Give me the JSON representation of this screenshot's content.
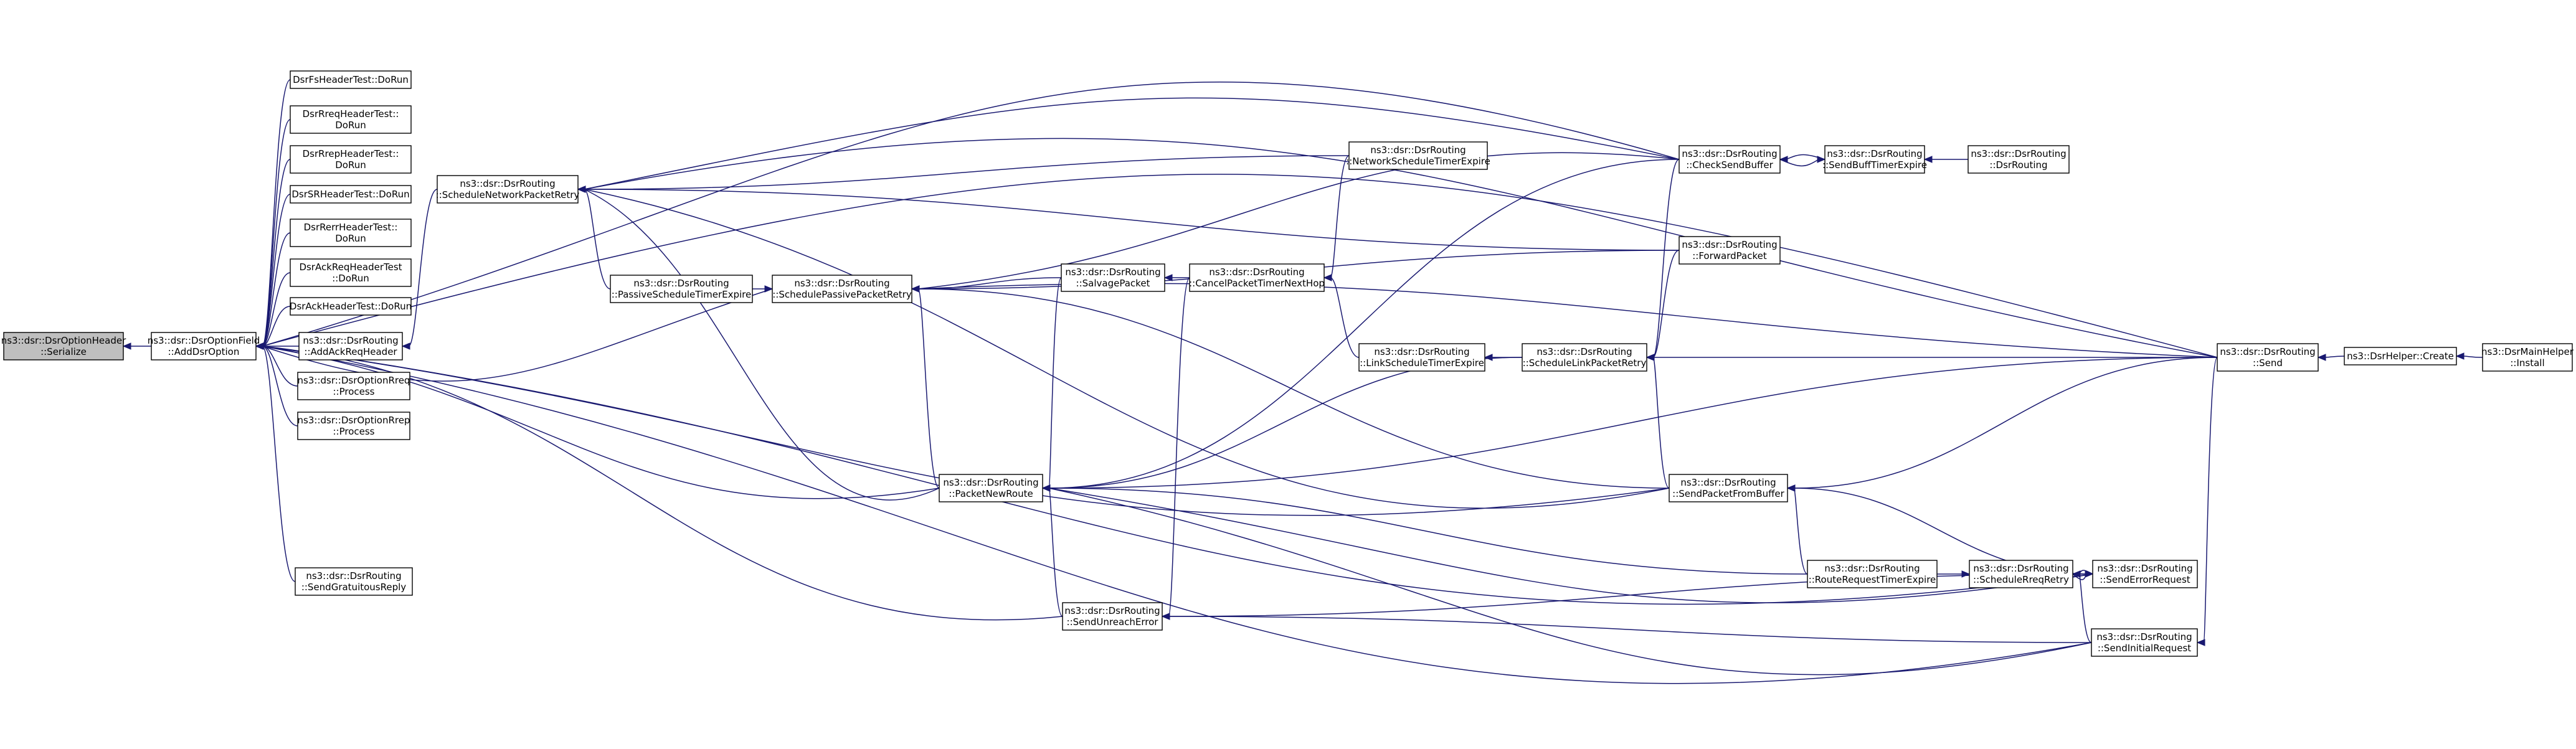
{
  "colors": {
    "edge": "#191970",
    "node_fill": "#ffffff",
    "root_fill": "#bfbfbf",
    "node_border": "#000000"
  },
  "nodes": [
    {
      "id": "serialize",
      "lines": [
        "ns3::dsr::DsrOptionHeader",
        "::Serialize"
      ],
      "root": true
    },
    {
      "id": "addDsrOption",
      "lines": [
        "ns3::dsr::DsrOptionField",
        "::AddDsrOption"
      ]
    },
    {
      "id": "fsHdr",
      "lines": [
        "DsrFsHeaderTest::DoRun"
      ]
    },
    {
      "id": "rreqHdr",
      "lines": [
        "DsrRreqHeaderTest::",
        "DoRun"
      ]
    },
    {
      "id": "rrepHdr",
      "lines": [
        "DsrRrepHeaderTest::",
        "DoRun"
      ]
    },
    {
      "id": "srHdr",
      "lines": [
        "DsrSRHeaderTest::DoRun"
      ]
    },
    {
      "id": "rerrHdr",
      "lines": [
        "DsrRerrHeaderTest::",
        "DoRun"
      ]
    },
    {
      "id": "ackReqHdr",
      "lines": [
        "DsrAckReqHeaderTest",
        "::DoRun"
      ]
    },
    {
      "id": "ackHdr",
      "lines": [
        "DsrAckHeaderTest::DoRun"
      ]
    },
    {
      "id": "addAckReqHeader",
      "lines": [
        "ns3::dsr::DsrRouting",
        "::AddAckReqHeader"
      ]
    },
    {
      "id": "rreqProcess",
      "lines": [
        "ns3::dsr::DsrOptionRreq",
        "::Process"
      ]
    },
    {
      "id": "rrepProcess",
      "lines": [
        "ns3::dsr::DsrOptionRrep",
        "::Process"
      ]
    },
    {
      "id": "sendGratuitousReply",
      "lines": [
        "ns3::dsr::DsrRouting",
        "::SendGratuitousReply"
      ]
    },
    {
      "id": "scheduleNetworkPacketRetry",
      "lines": [
        "ns3::dsr::DsrRouting",
        "::ScheduleNetworkPacketRetry"
      ]
    },
    {
      "id": "passiveScheduleTimerExpire",
      "lines": [
        "ns3::dsr::DsrRouting",
        "::PassiveScheduleTimerExpire"
      ]
    },
    {
      "id": "schedulePassivePacketRetry",
      "lines": [
        "ns3::dsr::DsrRouting",
        "::SchedulePassivePacketRetry"
      ]
    },
    {
      "id": "salvagePacket",
      "lines": [
        "ns3::dsr::DsrRouting",
        "::SalvagePacket"
      ]
    },
    {
      "id": "packetNewRoute",
      "lines": [
        "ns3::dsr::DsrRouting",
        "::PacketNewRoute"
      ]
    },
    {
      "id": "sendUnreachError",
      "lines": [
        "ns3::dsr::DsrRouting",
        "::SendUnreachError"
      ]
    },
    {
      "id": "cancelPacketTimerNextHop",
      "lines": [
        "ns3::dsr::DsrRouting",
        "::CancelPacketTimerNextHop"
      ]
    },
    {
      "id": "networkScheduleTimerExpire",
      "lines": [
        "ns3::dsr::DsrRouting",
        "::NetworkScheduleTimerExpire"
      ]
    },
    {
      "id": "linkScheduleTimerExpire",
      "lines": [
        "ns3::dsr::DsrRouting",
        "::LinkScheduleTimerExpire"
      ]
    },
    {
      "id": "scheduleLinkPacketRetry",
      "lines": [
        "ns3::dsr::DsrRouting",
        "::ScheduleLinkPacketRetry"
      ]
    },
    {
      "id": "checkSendBuffer",
      "lines": [
        "ns3::dsr::DsrRouting",
        "::CheckSendBuffer"
      ]
    },
    {
      "id": "forwardPacket",
      "lines": [
        "ns3::dsr::DsrRouting",
        "::ForwardPacket"
      ]
    },
    {
      "id": "sendPacketFromBuffer",
      "lines": [
        "ns3::dsr::DsrRouting",
        "::SendPacketFromBuffer"
      ]
    },
    {
      "id": "routeRequestTimerExpire",
      "lines": [
        "ns3::dsr::DsrRouting",
        "::RouteRequestTimerExpire"
      ]
    },
    {
      "id": "sendBuffTimerExpire",
      "lines": [
        "ns3::dsr::DsrRouting",
        "::SendBuffTimerExpire"
      ]
    },
    {
      "id": "dsrRoutingCtor",
      "lines": [
        "ns3::dsr::DsrRouting",
        "::DsrRouting"
      ]
    },
    {
      "id": "scheduleRreqRetry",
      "lines": [
        "ns3::dsr::DsrRouting",
        "::ScheduleRreqRetry"
      ]
    },
    {
      "id": "sendErrorRequest",
      "lines": [
        "ns3::dsr::DsrRouting",
        "::SendErrorRequest"
      ]
    },
    {
      "id": "sendInitialRequest",
      "lines": [
        "ns3::dsr::DsrRouting",
        "::SendInitialRequest"
      ]
    },
    {
      "id": "send",
      "lines": [
        "ns3::dsr::DsrRouting",
        "::Send"
      ]
    },
    {
      "id": "helperCreate",
      "lines": [
        "ns3::DsrHelper::Create"
      ]
    },
    {
      "id": "mainHelperInstall",
      "lines": [
        "ns3::DsrMainHelper",
        "::Install"
      ]
    }
  ],
  "edges": [
    [
      "serialize",
      "addDsrOption"
    ],
    [
      "addDsrOption",
      "fsHdr"
    ],
    [
      "addDsrOption",
      "rreqHdr"
    ],
    [
      "addDsrOption",
      "rrepHdr"
    ],
    [
      "addDsrOption",
      "srHdr"
    ],
    [
      "addDsrOption",
      "rerrHdr"
    ],
    [
      "addDsrOption",
      "ackReqHdr"
    ],
    [
      "addDsrOption",
      "ackHdr"
    ],
    [
      "addDsrOption",
      "addAckReqHeader"
    ],
    [
      "addDsrOption",
      "rreqProcess"
    ],
    [
      "addDsrOption",
      "rrepProcess"
    ],
    [
      "addDsrOption",
      "sendGratuitousReply"
    ],
    [
      "addDsrOption",
      "schedulePassivePacketRetry"
    ],
    [
      "addDsrOption",
      "packetNewRoute"
    ],
    [
      "addDsrOption",
      "sendUnreachError"
    ],
    [
      "addDsrOption",
      "checkSendBuffer"
    ],
    [
      "addDsrOption",
      "send"
    ],
    [
      "addDsrOption",
      "sendPacketFromBuffer"
    ],
    [
      "addDsrOption",
      "sendErrorRequest"
    ],
    [
      "addDsrOption",
      "sendInitialRequest"
    ],
    [
      "addAckReqHeader",
      "scheduleNetworkPacketRetry"
    ],
    [
      "scheduleNetworkPacketRetry",
      "passiveScheduleTimerExpire"
    ],
    [
      "scheduleNetworkPacketRetry",
      "packetNewRoute"
    ],
    [
      "scheduleNetworkPacketRetry",
      "networkScheduleTimerExpire"
    ],
    [
      "scheduleNetworkPacketRetry",
      "checkSendBuffer"
    ],
    [
      "scheduleNetworkPacketRetry",
      "forwardPacket"
    ],
    [
      "scheduleNetworkPacketRetry",
      "send"
    ],
    [
      "scheduleNetworkPacketRetry",
      "sendPacketFromBuffer"
    ],
    [
      "schedulePassivePacketRetry",
      "passiveScheduleTimerExpire"
    ],
    [
      "schedulePassivePacketRetry",
      "salvagePacket"
    ],
    [
      "schedulePassivePacketRetry",
      "packetNewRoute"
    ],
    [
      "schedulePassivePacketRetry",
      "checkSendBuffer"
    ],
    [
      "schedulePassivePacketRetry",
      "forwardPacket"
    ],
    [
      "schedulePassivePacketRetry",
      "send"
    ],
    [
      "schedulePassivePacketRetry",
      "sendPacketFromBuffer"
    ],
    [
      "salvagePacket",
      "cancelPacketTimerNextHop"
    ],
    [
      "packetNewRoute",
      "salvagePacket"
    ],
    [
      "packetNewRoute",
      "sendUnreachError"
    ],
    [
      "packetNewRoute",
      "scheduleLinkPacketRetry"
    ],
    [
      "packetNewRoute",
      "checkSendBuffer"
    ],
    [
      "packetNewRoute",
      "send"
    ],
    [
      "packetNewRoute",
      "routeRequestTimerExpire"
    ],
    [
      "packetNewRoute",
      "sendErrorRequest"
    ],
    [
      "packetNewRoute",
      "sendInitialRequest"
    ],
    [
      "sendUnreachError",
      "cancelPacketTimerNextHop"
    ],
    [
      "sendUnreachError",
      "sendErrorRequest"
    ],
    [
      "sendUnreachError",
      "sendInitialRequest"
    ],
    [
      "cancelPacketTimerNextHop",
      "networkScheduleTimerExpire"
    ],
    [
      "cancelPacketTimerNextHop",
      "linkScheduleTimerExpire"
    ],
    [
      "linkScheduleTimerExpire",
      "scheduleLinkPacketRetry"
    ],
    [
      "scheduleLinkPacketRetry",
      "checkSendBuffer"
    ],
    [
      "scheduleLinkPacketRetry",
      "forwardPacket"
    ],
    [
      "scheduleLinkPacketRetry",
      "sendPacketFromBuffer"
    ],
    [
      "scheduleLinkPacketRetry",
      "send"
    ],
    [
      "checkSendBuffer",
      "sendBuffTimerExpire"
    ],
    [
      "sendBuffTimerExpire",
      "checkSendBuffer"
    ],
    [
      "sendBuffTimerExpire",
      "dsrRoutingCtor"
    ],
    [
      "sendPacketFromBuffer",
      "routeRequestTimerExpire"
    ],
    [
      "sendPacketFromBuffer",
      "send"
    ],
    [
      "sendPacketFromBuffer",
      "sendErrorRequest"
    ],
    [
      "scheduleRreqRetry",
      "routeRequestTimerExpire"
    ],
    [
      "scheduleRreqRetry",
      "sendErrorRequest"
    ],
    [
      "scheduleRreqRetry",
      "sendInitialRequest"
    ],
    [
      "sendErrorRequest",
      "scheduleRreqRetry"
    ],
    [
      "sendInitialRequest",
      "send"
    ],
    [
      "send",
      "helperCreate"
    ],
    [
      "helperCreate",
      "mainHelperInstall"
    ]
  ]
}
